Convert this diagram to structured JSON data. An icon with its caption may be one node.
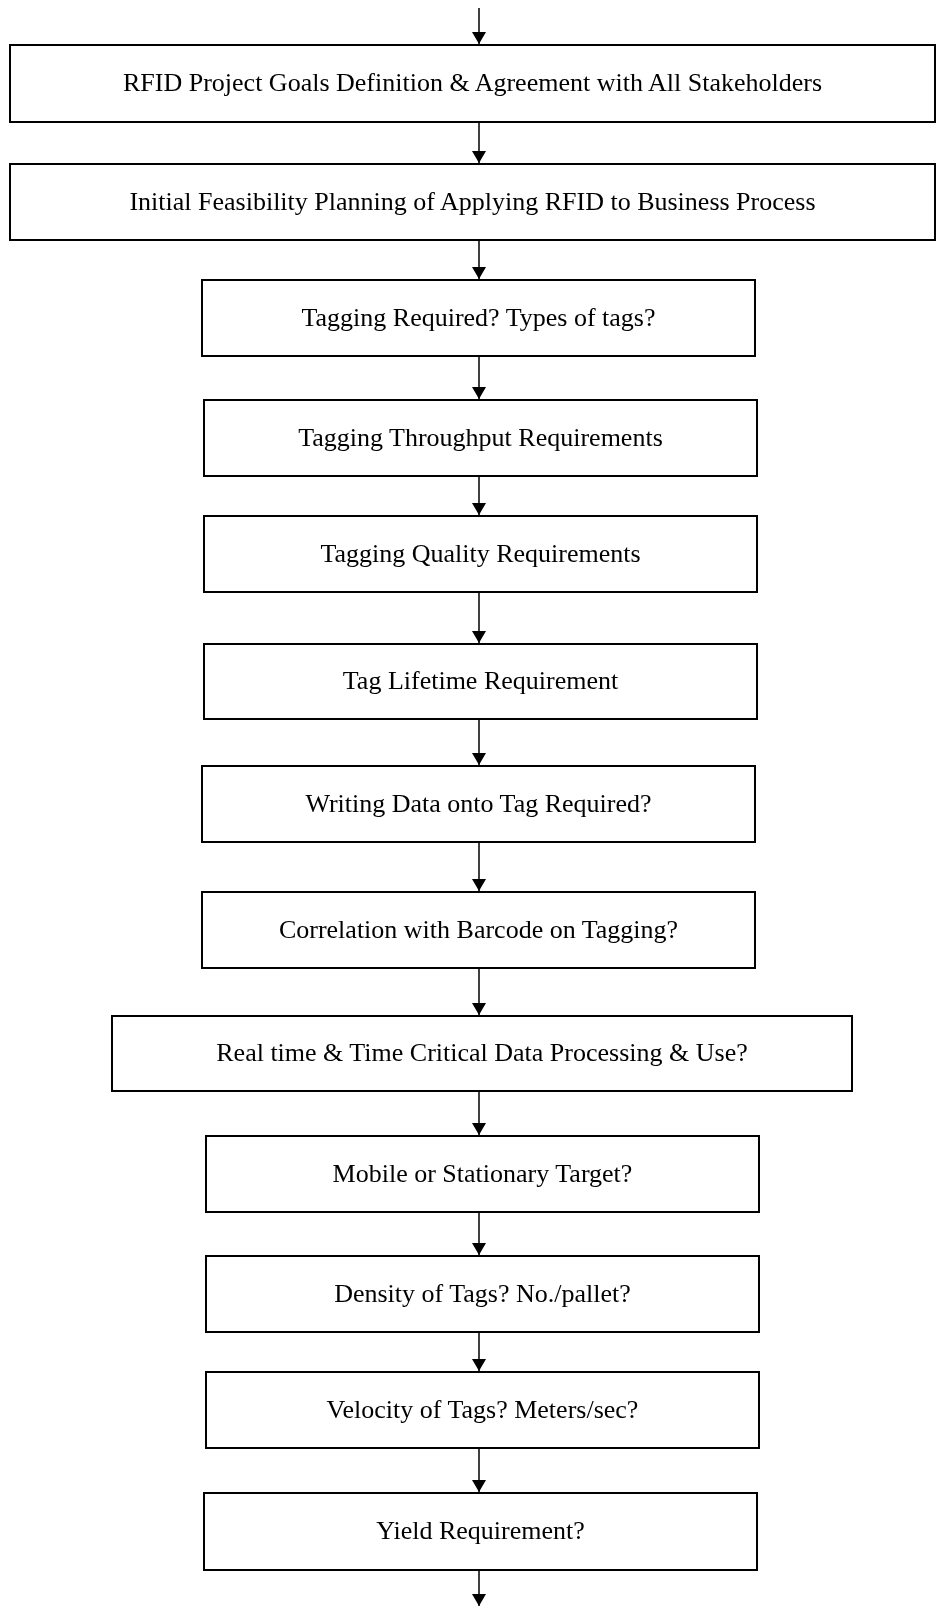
{
  "diagram": {
    "nodes": [
      {
        "text": [
          "RFID Project Goals Definition & Agreement with All Stakeholders"
        ]
      },
      {
        "text": [
          "Initial Feasibility Planning of Applying RFID to Business Process"
        ]
      },
      {
        "text": [
          "Tagging Required? Types of tags?"
        ]
      },
      {
        "text": [
          "Tagging Throughput Requirements"
        ]
      },
      {
        "text": [
          "Tagging Quality Requirements"
        ]
      },
      {
        "text": [
          "Tag Lifetime Requirement"
        ]
      },
      {
        "text": [
          "Writing Data onto Tag Required?"
        ]
      },
      {
        "text": [
          "Correlation with Barcode on Tagging?"
        ]
      },
      {
        "text": [
          "Real time & Time Critical Data Processing & Use?"
        ]
      },
      {
        "text": [
          "Mobile or Stationary Target?"
        ]
      },
      {
        "text": [
          "Density of Tags? No./pallet?"
        ]
      },
      {
        "text": [
          "Velocity of Tags? Meters/sec?"
        ]
      },
      {
        "text": [
          "Yield Requirement?"
        ]
      }
    ],
    "edges": [
      {
        "from": null,
        "to": 0,
        "arrow": "to"
      },
      {
        "from": 0,
        "to": 1,
        "arrow": "to"
      },
      {
        "from": 1,
        "to": 2,
        "arrow": "to"
      },
      {
        "from": 2,
        "to": 3,
        "arrow": "to"
      },
      {
        "from": 3,
        "to": 4,
        "arrow": "to"
      },
      {
        "from": 4,
        "to": 5,
        "arrow": "to"
      },
      {
        "from": 5,
        "to": 6,
        "arrow": "to"
      },
      {
        "from": 6,
        "to": 7,
        "arrow": "to"
      },
      {
        "from": 7,
        "to": 8,
        "arrow": "to"
      },
      {
        "from": 8,
        "to": 9,
        "arrow": "to"
      },
      {
        "from": 9,
        "to": 10,
        "arrow": "to"
      },
      {
        "from": 10,
        "to": 11,
        "arrow": "to"
      },
      {
        "from": 11,
        "to": 12,
        "arrow": "to"
      },
      {
        "from": 12,
        "to": null,
        "arrow": "to"
      }
    ]
  }
}
